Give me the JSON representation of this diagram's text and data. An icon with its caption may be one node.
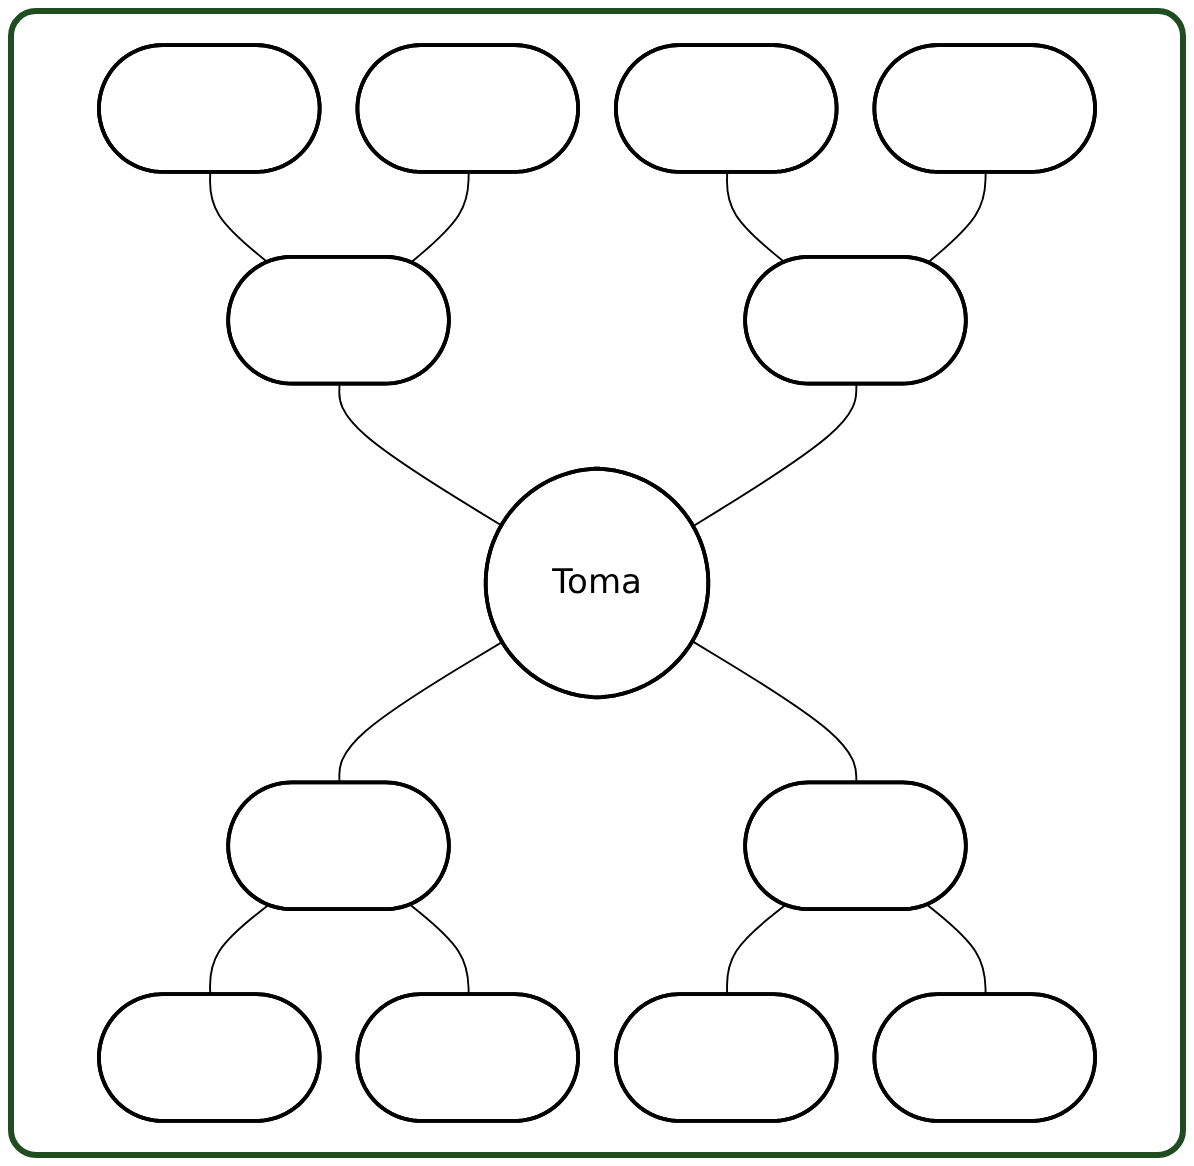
{
  "diagram": {
    "nodes": [
      {
        "text": [],
        "shape": "ellipse"
      },
      {
        "text": [],
        "shape": "ellipse"
      },
      {
        "text": [],
        "shape": "ellipse"
      },
      {
        "text": [],
        "shape": "ellipse"
      },
      {
        "text": [],
        "shape": "ellipse"
      },
      {
        "text": [],
        "shape": "ellipse"
      },
      {
        "text": [
          "Toma"
        ]
      },
      {
        "text": [],
        "shape": "ellipse"
      },
      {
        "text": [],
        "shape": "ellipse"
      },
      {
        "text": [],
        "shape": "ellipse"
      },
      {
        "text": [],
        "shape": "ellipse"
      },
      {
        "text": [],
        "shape": "ellipse"
      },
      {
        "text": [],
        "shape": "ellipse"
      }
    ],
    "edges": [
      {
        "from": 0,
        "to": 4,
        "arrow": "none"
      },
      {
        "from": 1,
        "to": 4,
        "arrow": "none"
      },
      {
        "from": 2,
        "to": 5,
        "arrow": "none"
      },
      {
        "from": 3,
        "to": 5,
        "arrow": "none"
      },
      {
        "from": 4,
        "to": 6,
        "arrow": "none"
      },
      {
        "from": 5,
        "to": 6,
        "arrow": "none"
      },
      {
        "from": 6,
        "to": 7,
        "arrow": "none"
      },
      {
        "from": 6,
        "to": 8,
        "arrow": "none"
      },
      {
        "from": 7,
        "to": 9,
        "arrow": "none"
      },
      {
        "from": 7,
        "to": 10,
        "arrow": "none"
      },
      {
        "from": 8,
        "to": 11,
        "arrow": "none"
      },
      {
        "from": 8,
        "to": 12,
        "arrow": "none"
      }
    ]
  }
}
